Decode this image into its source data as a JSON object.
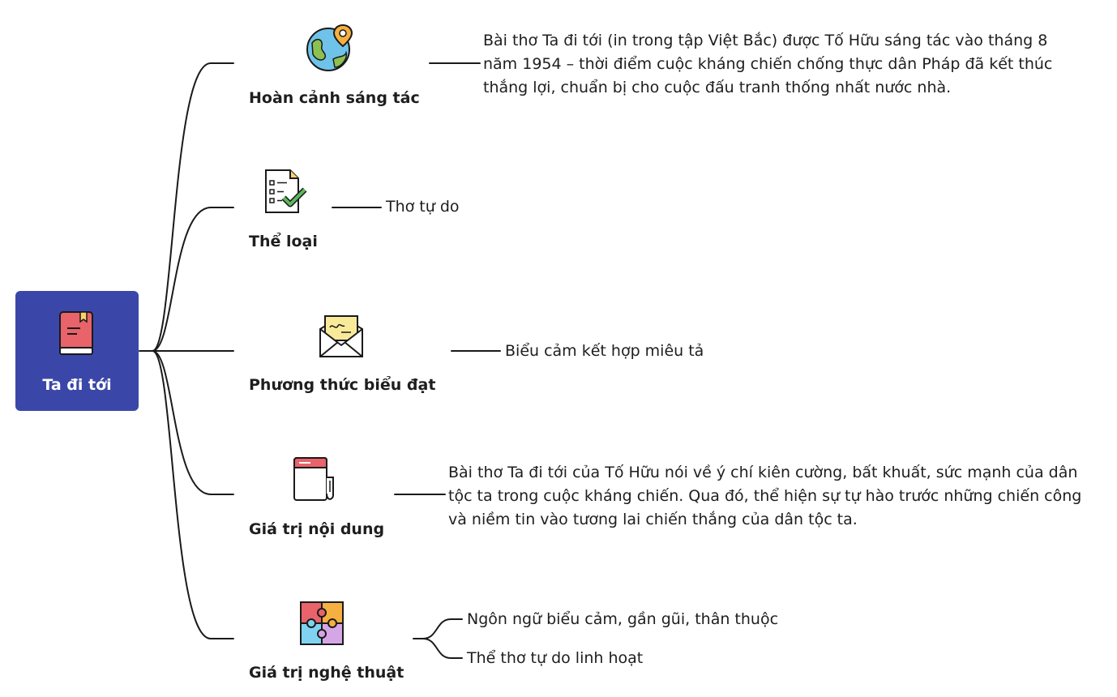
{
  "root": {
    "title": "Ta đi tới",
    "icon": "red-book-icon"
  },
  "branches": [
    {
      "label": "Hoàn cảnh sáng tác",
      "icon": "globe-location-pin-icon",
      "details": [
        "Bài thơ Ta đi tới (in trong tập Việt Bắc) được Tố Hữu sáng tác vào tháng 8",
        "năm 1954 – thời điểm cuộc kháng chiến chống thực dân Pháp đã kết thúc",
        "thắng lợi, chuẩn bị cho cuộc đấu tranh thống nhất nước nhà."
      ]
    },
    {
      "label": "Thể loại",
      "icon": "checklist-document-icon",
      "details": [
        "Thơ tự do"
      ]
    },
    {
      "label": "Phương thức biểu đạt",
      "icon": "open-envelope-letter-icon",
      "details": [
        "Biểu cảm kết hợp miêu tả"
      ]
    },
    {
      "label": "Giá trị nội dung",
      "icon": "scroll-notebook-icon",
      "details": [
        "Bài thơ Ta đi tới của Tố Hữu nói về ý chí kiên cường, bất khuất, sức mạnh của dân",
        "tộc ta trong cuộc kháng chiến. Qua đó, thể hiện sự tự hào trước những chiến công",
        "và niềm tin vào tương lai chiến thắng của dân tộc ta."
      ]
    },
    {
      "label": "Giá trị nghệ thuật",
      "icon": "puzzle-pieces-icon",
      "items": [
        "Ngôn ngữ biểu cảm, gần gũi, thân thuộc",
        "Thể thơ tự do linh hoạt"
      ]
    }
  ]
}
